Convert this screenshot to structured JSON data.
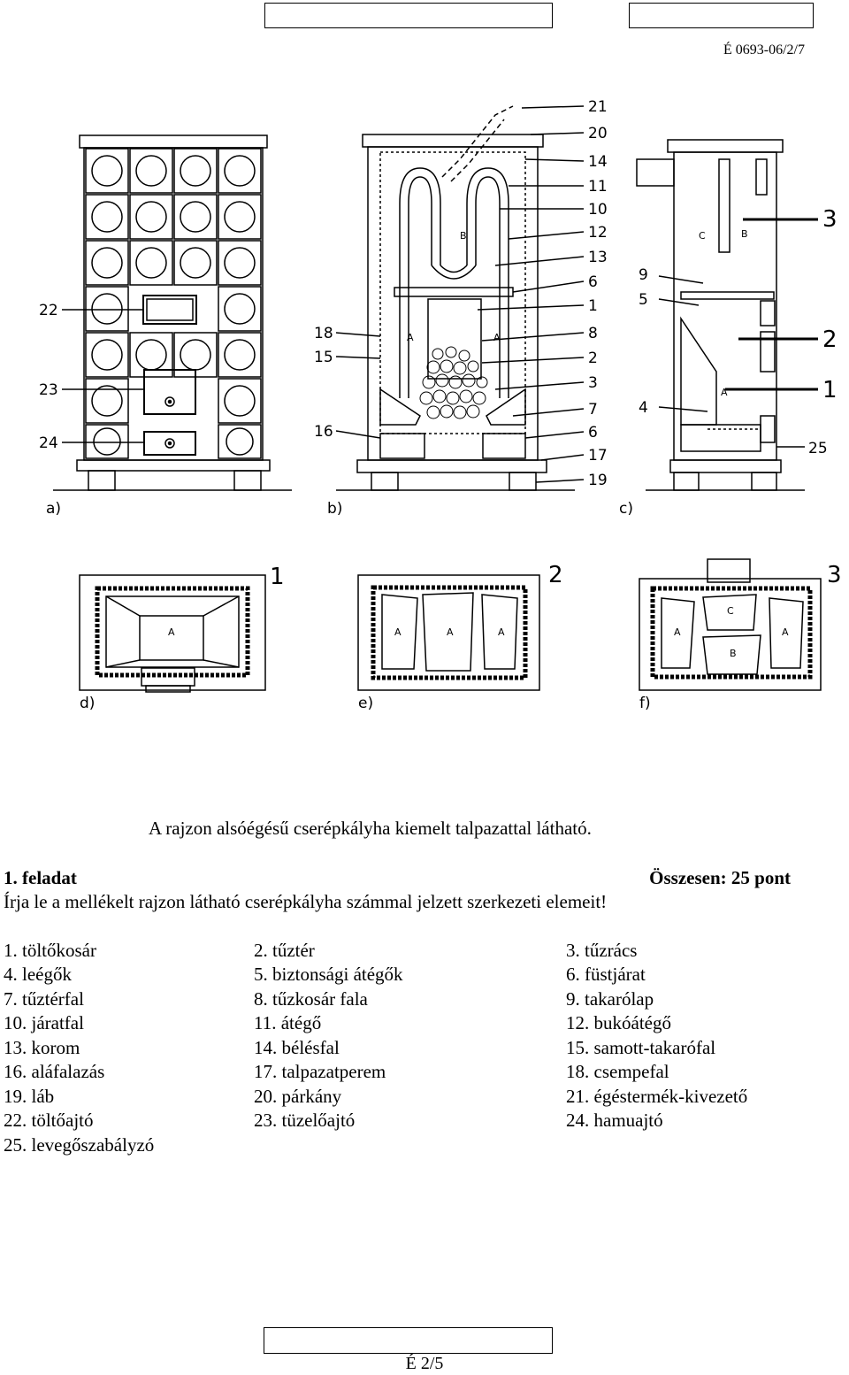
{
  "header": {
    "code": "É 0693-06/2/7"
  },
  "figure": {
    "view_labels": [
      "a)",
      "b)",
      "c)",
      "d)",
      "e)",
      "f)"
    ],
    "view_a_numbers": [
      "22",
      "23",
      "24"
    ],
    "view_b_left_numbers": [
      "18",
      "15",
      "16"
    ],
    "view_b_right_numbers": [
      "21",
      "20",
      "14",
      "11",
      "10",
      "12",
      "13",
      "6",
      "1",
      "8",
      "2",
      "3",
      "7",
      "6",
      "17",
      "19"
    ],
    "view_c_numbers": [
      "9",
      "5",
      "3",
      "2",
      "1",
      "4",
      "25"
    ],
    "section_marks": [
      "1",
      "2",
      "3"
    ],
    "letters": {
      "a": "A",
      "b": "B",
      "c": "C"
    }
  },
  "caption": "A rajzon alsóégésű cserépkályha kiemelt talpazattal látható.",
  "task": {
    "title": "1. feladat",
    "points": "Összesen: 25 pont",
    "instruction": "Írja le a mellékelt rajzon látható cserépkályha számmal jelzett szerkezeti elemeit!"
  },
  "items": [
    [
      "1. töltőkosár",
      "2. tűztér",
      "3. tűzrács"
    ],
    [
      "4. leégők",
      "5. biztonsági átégők",
      "6. füstjárat"
    ],
    [
      "7. tűztérfal",
      "8. tűzkosár fala",
      "9. takarólap"
    ],
    [
      "10. járatfal",
      "11. átégő",
      "12. bukóátégő"
    ],
    [
      "13. korom",
      "14. bélésfal",
      "15. samott-takarófal"
    ],
    [
      "16. aláfalazás",
      "17. talpazatperem",
      "18. csempefal"
    ],
    [
      "19. láb",
      "20. párkány",
      "21. égéstermék-kivezető"
    ],
    [
      "22. töltőajtó",
      "23. tüzelőajtó",
      "24. hamuajtó"
    ],
    [
      "25. levegőszabályzó",
      "",
      ""
    ]
  ],
  "footer": {
    "page": "É 2/5"
  }
}
